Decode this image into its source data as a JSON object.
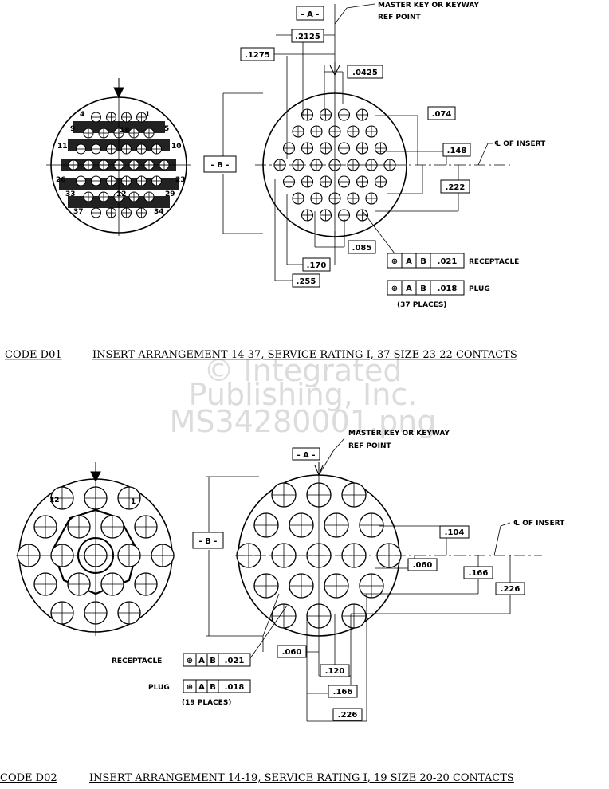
{
  "watermark": [
    "© Integrated",
    "Publishing, Inc.",
    "MS34280001.png"
  ],
  "d01": {
    "caption_code": "CODE D01",
    "caption_text": "INSERT ARRANGEMENT 14-37, SERVICE RATING I, 37 SIZE 23-22 CONTACTS",
    "key_label": "- A -",
    "datum_label": "- B -",
    "key_note_1": "MASTER KEY OR KEYWAY",
    "key_note_2": "REF POINT",
    "centerline_note": "℄ OF INSERT",
    "dims": {
      "d2125": ".2125",
      "d1275": ".1275",
      "d0425": ".0425",
      "d074": ".074",
      "d148": ".148",
      "d222": ".222",
      "d085": ".085",
      "d170": ".170",
      "d255": ".255"
    },
    "receptacle": {
      "sym": "⊕",
      "a": "A",
      "b": "B",
      "tol": ".021",
      "label": "RECEPTACLE"
    },
    "plug": {
      "sym": "⊕",
      "a": "A",
      "b": "B",
      "tol": ".018",
      "label": "PLUG"
    },
    "places": "(37 PLACES)",
    "face_numbers": [
      "4",
      "1",
      "9",
      "5",
      "11",
      "10",
      "26",
      "23",
      "33",
      "29",
      "37",
      "34",
      "18",
      "12"
    ]
  },
  "d02": {
    "caption_code": "CODE D02",
    "caption_text": "INSERT ARRANGEMENT 14-19, SERVICE RATING I, 19 SIZE 20-20 CONTACTS",
    "key_label": "- A -",
    "datum_label": "- B -",
    "key_note_1": "MASTER KEY OR KEYWAY",
    "key_note_2": "REF POINT",
    "centerline_note": "℄ OF INSERT",
    "dims": {
      "d104": ".104",
      "d060r": ".060",
      "d166r": ".166",
      "d226r": ".226",
      "d060b": ".060",
      "d120": ".120",
      "d166b": ".166",
      "d226b": ".226"
    },
    "receptacle": {
      "label": "RECEPTACLE",
      "sym": "⊕",
      "a": "A",
      "b": "B",
      "tol": ".021"
    },
    "plug": {
      "label": "PLUG",
      "sym": "⊕",
      "a": "A",
      "b": "B",
      "tol": ".018"
    },
    "places": "(19 PLACES)",
    "face_numbers": [
      "12",
      "1"
    ]
  }
}
